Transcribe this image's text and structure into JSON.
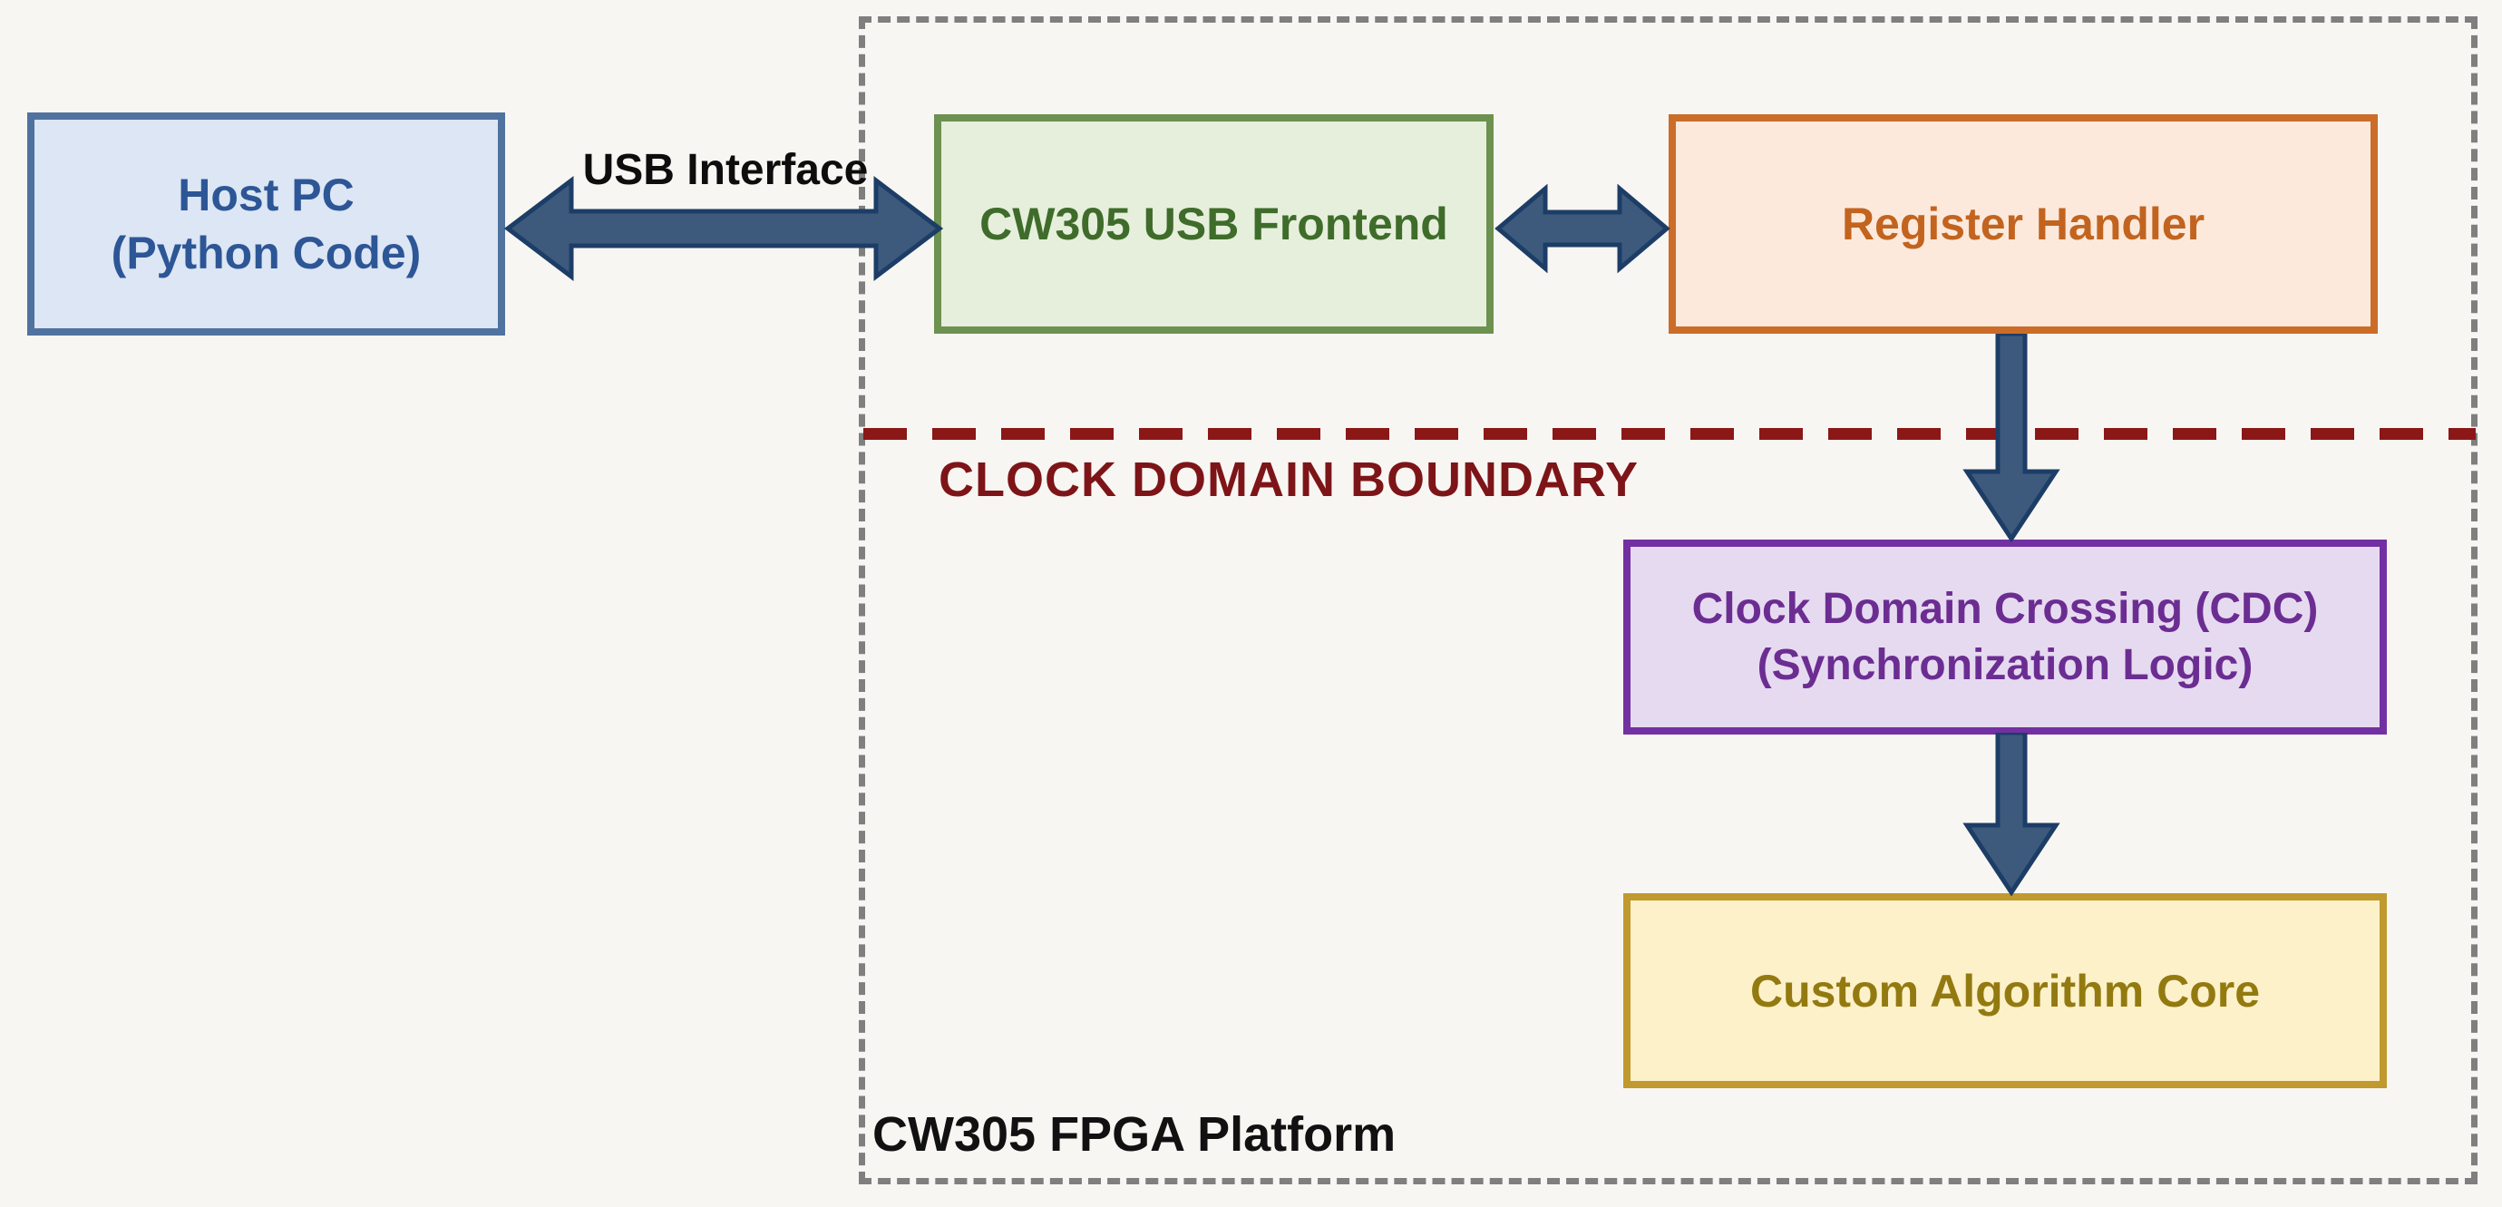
{
  "diagram": {
    "nodes": {
      "host_pc": {
        "line1": "Host PC",
        "line2": "(Python Code)"
      },
      "usb_frontend": {
        "label": "CW305 USB Frontend"
      },
      "register_handler": {
        "label": "Register Handler"
      },
      "cdc": {
        "line1": "Clock Domain Crossing (CDC)",
        "line2": "(Synchronization Logic)"
      },
      "algorithm_core": {
        "label": "Custom Algorithm Core"
      }
    },
    "labels": {
      "usb_interface": "USB Interface",
      "clock_domain_boundary": "CLOCK DOMAIN BOUNDARY",
      "fpga_platform": "CW305 FPGA Platform"
    },
    "colors": {
      "background": "#f8f6f3",
      "host_fill": "#dce6f4",
      "host_border": "#50729e",
      "host_text": "#2d5696",
      "frontend_fill": "#e6efdc",
      "frontend_border": "#6d9150",
      "frontend_text": "#3f6c2a",
      "register_fill": "#fce9dc",
      "register_border": "#cb6d29",
      "register_text": "#c2641f",
      "cdc_fill": "#e6daf0",
      "cdc_border": "#7330a3",
      "cdc_text": "#6b2d92",
      "core_fill": "#fdf1ca",
      "core_border": "#c09a2e",
      "core_text": "#937a10",
      "arrow_fill": "#3d5a7d",
      "arrow_stroke": "#1c3d66",
      "boundary_line": "#8c1717",
      "boundary_text": "#7d1518",
      "container_border": "#7f7f7f",
      "plain_label_text": "#0d0d0d"
    }
  }
}
